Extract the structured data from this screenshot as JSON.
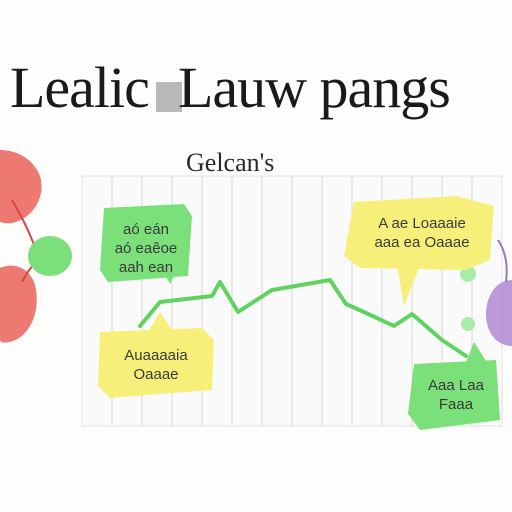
{
  "header": {
    "title_left": "Lealic",
    "title_right": "Lauw pangs"
  },
  "chart": {
    "title": "Gelcan's"
  },
  "notes": {
    "green_top_line1": "aó eán",
    "green_top_line2": "aó eaêoe",
    "green_top_line3": "aah ean",
    "yellow_right_line1": "A ae Loaaaie",
    "yellow_right_line2": "aaa ea Oaaae",
    "yellow_left_line1": "Auaaaaia",
    "yellow_left_line2": "Oaaae",
    "green_bottom_line1": "Aaa Laa",
    "green_bottom_line2": "Faaa"
  },
  "colors": {
    "accent_green": "#7be07a",
    "line_green": "#5fd35f",
    "sticky_yellow": "#f6f07a",
    "blob_red": "#ec6a63",
    "blob_purple": "#b58fd6",
    "grid": "#d8d8d8"
  }
}
